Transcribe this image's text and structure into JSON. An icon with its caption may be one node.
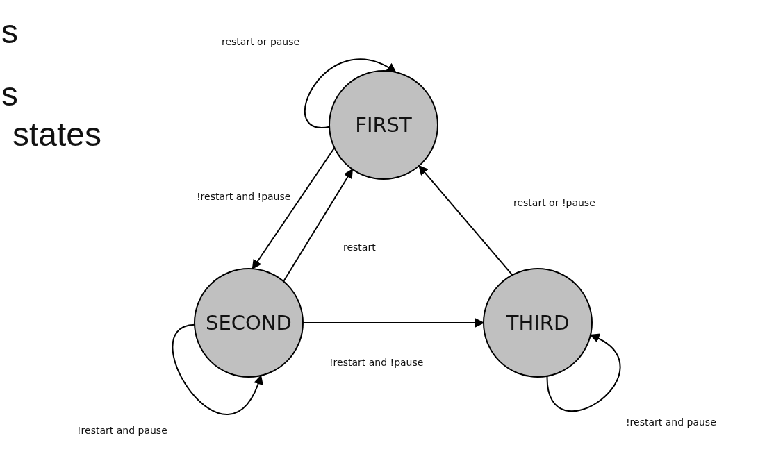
{
  "diagram": {
    "nodes": [
      {
        "text": [
          "FIRST"
        ]
      },
      {
        "text": [
          "SECOND"
        ]
      },
      {
        "text": [
          "THIRD"
        ]
      }
    ],
    "edges": [
      {
        "from": 0,
        "to": 0,
        "arrow": "to",
        "label": "restart or pause"
      },
      {
        "from": 0,
        "to": 1,
        "arrow": "to",
        "label": "!restart and !pause"
      },
      {
        "from": 1,
        "to": 0,
        "arrow": "to",
        "label": "restart"
      },
      {
        "from": 2,
        "to": 0,
        "arrow": "to",
        "label": "restart or !pause"
      },
      {
        "from": 1,
        "to": 2,
        "arrow": "to",
        "label": "!restart and !pause"
      },
      {
        "from": 1,
        "to": 1,
        "arrow": "to",
        "label": "!restart and pause"
      },
      {
        "from": 2,
        "to": 2,
        "arrow": "to",
        "label": "!restart and pause"
      }
    ],
    "labels": [
      "s",
      "s",
      "states"
    ]
  }
}
